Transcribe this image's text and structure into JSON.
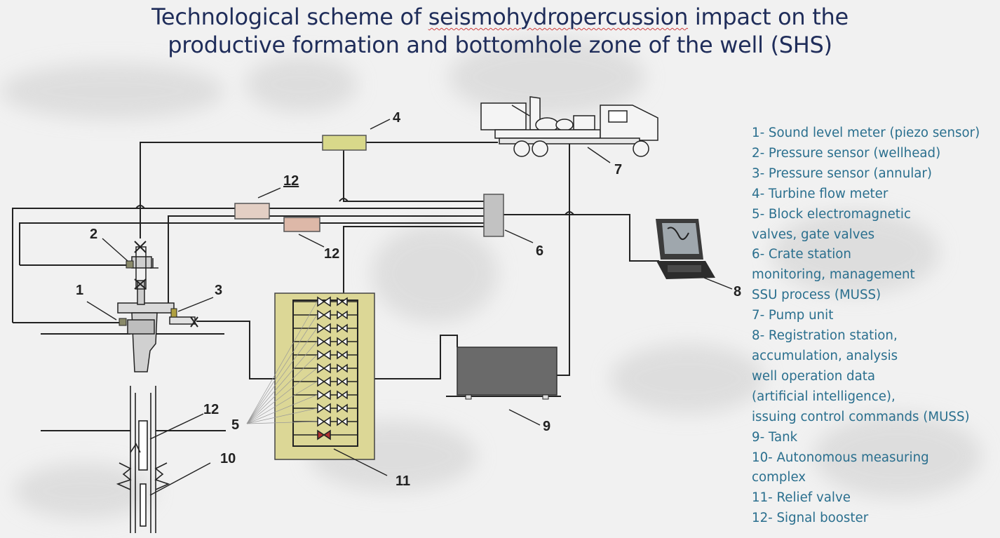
{
  "title": {
    "line1_a": "Technological scheme of ",
    "line1_b": "seismohydropercussion",
    "line1_c": " impact on the",
    "line2": "productive formation and bottomhole zone of the well (SHS)"
  },
  "callouts": {
    "n1": "1",
    "n2": "2",
    "n3": "3",
    "n4": "4",
    "n5": "5",
    "n6": "6",
    "n7": "7",
    "n8": "8",
    "n9": "9",
    "n10": "10",
    "n11": "11",
    "n12a": "12",
    "n12b": "12",
    "n12c": "12"
  },
  "legend": [
    "1- Sound level meter (piezo sensor)",
    "2- Pressure sensor (wellhead)",
    "3- Pressure sensor (annular)",
    "4- Turbine flow meter",
    "5- Block electromagnetic",
    "valves, gate valves",
    "6- Crate station",
    "monitoring, management",
    "SSU process (MUSS)",
    "7- Pump unit",
    "8- Registration station,",
    "accumulation, analysis",
    "well operation data",
    "(artificial intelligence),",
    "issuing control commands (MUSS)",
    "9- Tank",
    "10- Autonomous measuring",
    "complex",
    "11- Relief valve",
    "12- Signal booster"
  ],
  "colors": {
    "title": "#1f2d5a",
    "legend_text": "#2a6f8e",
    "flow_meter": "#d8d88a",
    "booster_a": "#e3cfc4",
    "booster_b": "#ddb8a8",
    "crate_station": "#c2c2c2",
    "valve_block": "#dcd796",
    "relief_valve": "#b03030",
    "tank": "#6a6a6a"
  }
}
